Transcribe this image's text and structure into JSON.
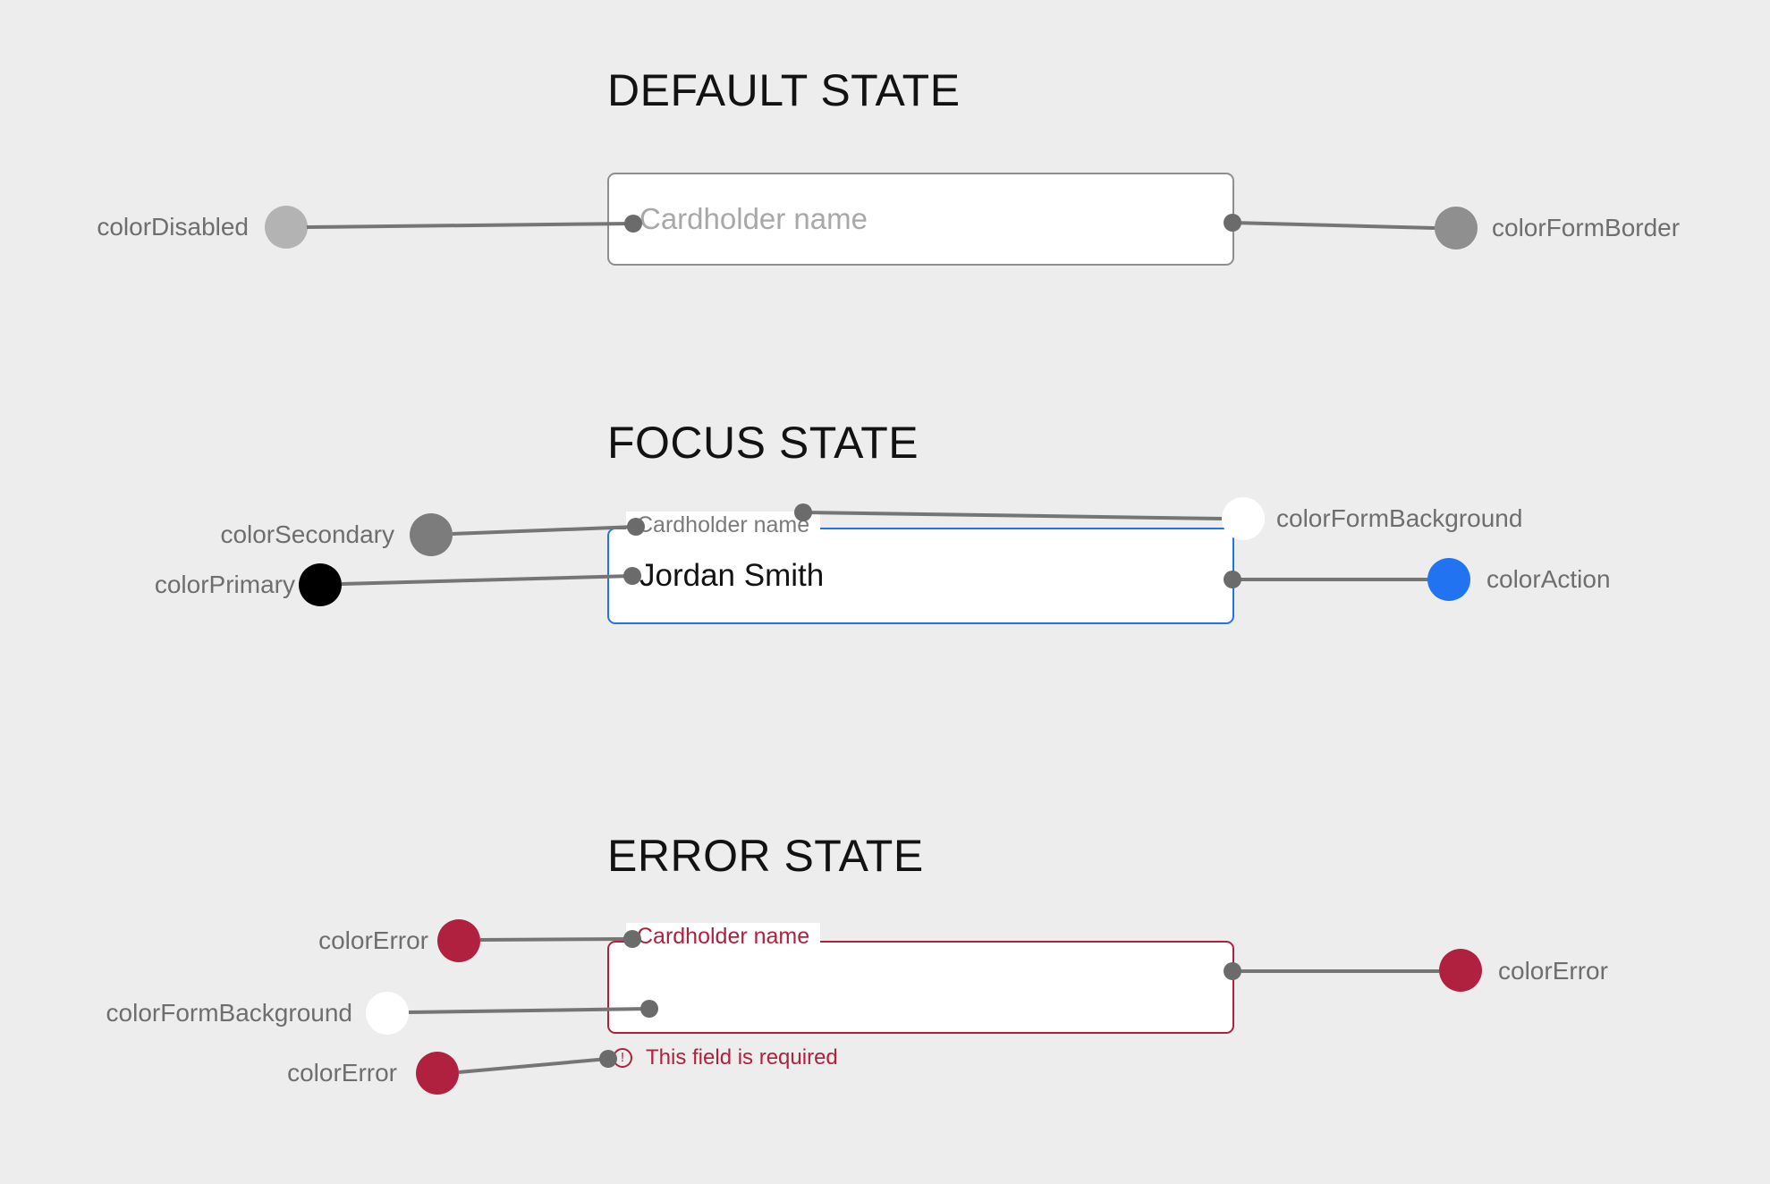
{
  "colors": {
    "colorDisabled": "#B3B3B3",
    "colorFormBorder": "#8F8F8F",
    "colorSecondary": "#7C7C7C",
    "colorPrimary": "#000000",
    "colorFormBackground": "#FFFFFF",
    "colorAction": "#2173F2",
    "colorError": "#B0213F"
  },
  "default_state": {
    "title": "DEFAULT STATE",
    "placeholder": "Cardholder name",
    "annotations": {
      "disabled": "colorDisabled",
      "form_border": "colorFormBorder"
    }
  },
  "focus_state": {
    "title": "FOCUS STATE",
    "label": "Cardholder name",
    "value": "Jordan Smith",
    "annotations": {
      "secondary": "colorSecondary",
      "primary": "colorPrimary",
      "form_background": "colorFormBackground",
      "action": "colorAction"
    }
  },
  "error_state": {
    "title": "ERROR STATE",
    "label": "Cardholder name",
    "message": "This field is required",
    "icon_glyph": "!",
    "annotations": {
      "label_color": "colorError",
      "form_background": "colorFormBackground",
      "message_color": "colorError",
      "border_color": "colorError"
    }
  }
}
